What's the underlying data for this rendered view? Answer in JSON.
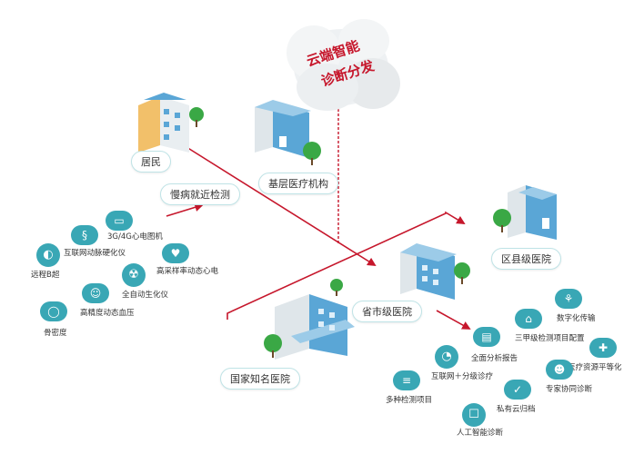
{
  "cloud": {
    "line1": "云端智能",
    "line2": "诊断分发"
  },
  "nodes": {
    "resident": "居民",
    "grassroots": "基层医疗机构",
    "chronic": "慢病就近检测",
    "county": "区县级医院",
    "provincial": "省市级医院",
    "national": "国家知名医院"
  },
  "left_devices": [
    {
      "label": "3G/4G心电图机",
      "icon": "monitor-icon"
    },
    {
      "label": "互联网动脉硬化仪",
      "icon": "dna-icon"
    },
    {
      "label": "远程B超",
      "icon": "ultrasound-icon"
    },
    {
      "label": "高采样率动态心电",
      "icon": "heart-icon"
    },
    {
      "label": "全自动生化仪",
      "icon": "biohazard-icon"
    },
    {
      "label": "高精度动态血压",
      "icon": "person-icon"
    },
    {
      "label": "骨密度",
      "icon": "bone-icon"
    }
  ],
  "right_features": [
    {
      "label": "数字化传输",
      "icon": "network-icon"
    },
    {
      "label": "三甲级检测项目配置",
      "icon": "home-icon"
    },
    {
      "label": "全面分析报告",
      "icon": "report-icon"
    },
    {
      "label": "医疗资源平等化",
      "icon": "balance-icon"
    },
    {
      "label": "互联网＋分级诊疗",
      "icon": "rss-icon"
    },
    {
      "label": "专家协同诊断",
      "icon": "experts-icon"
    },
    {
      "label": "多种检测项目",
      "icon": "list-icon"
    },
    {
      "label": "私有云归档",
      "icon": "cloud-check-icon"
    },
    {
      "label": "人工智能诊断",
      "icon": "ai-icon"
    }
  ],
  "colors": {
    "accent": "#c6172c",
    "teal": "#39a7b5",
    "building_blue": "#5aa6d6",
    "tree_green": "#3aa845"
  }
}
